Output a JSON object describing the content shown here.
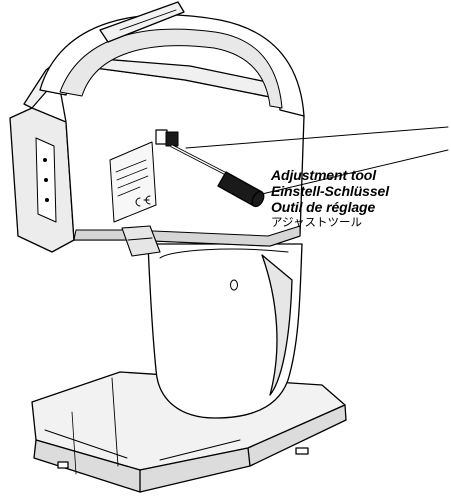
{
  "callout": {
    "label_en": "Adjustment tool",
    "label_de": "Einstell-Schlüssel",
    "label_fr": "Outil de réglage",
    "label_ja": "アジャストツール"
  },
  "colors": {
    "outline": "#000000",
    "body": "#ffffff",
    "shade": "#e6e6e6",
    "dark": "#1a1a1a"
  },
  "icons": [
    "transmitter-illustration",
    "screwdriver-icon",
    "adjustment-slot-icon",
    "ce-mark"
  ]
}
